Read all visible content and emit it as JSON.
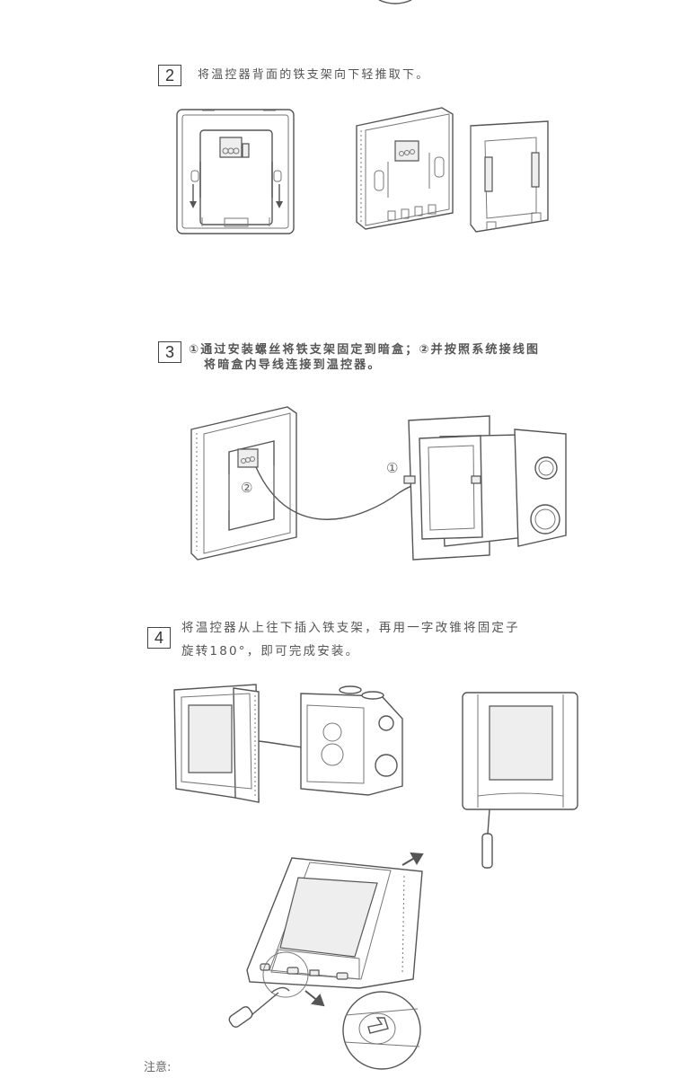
{
  "steps": [
    {
      "number": "2",
      "lines": [
        "将温控器背面的铁支架向下轻推取下。"
      ]
    },
    {
      "number": "3",
      "lines": [
        "①通过安装螺丝将铁支架固定到暗盒；②并按照系统接线图",
        "将暗盒内导线连接到温控器。"
      ],
      "callouts": [
        "①",
        "②"
      ]
    },
    {
      "number": "4",
      "lines": [
        "将温控器从上往下插入铁支架，再用一字改锥将固定子",
        "旋转180°，即可完成安装。"
      ]
    }
  ],
  "note_label": "注意:",
  "colors": {
    "line": "#555555",
    "text": "#555555",
    "background": "#ffffff"
  }
}
